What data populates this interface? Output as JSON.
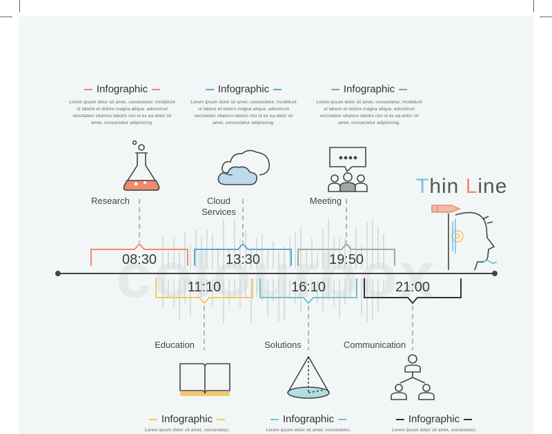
{
  "top_infos": [
    {
      "title": "Infographic",
      "color": "#ef8a6c",
      "text": "Lorem ipsum dolor sit amet, consectetur, incididunt ut labore et dolore magna aliqua. adnostrud xercitation ullamco laboris nisi ut ex ea.dolor sit amet, consectetur adipisicing."
    },
    {
      "title": "Infographic",
      "color": "#5aa7d3",
      "text": "Lorem ipsum dolor sit amet, consectetur, incididunt ut labore et dolore magna aliqua. adnostrud xercitation ullamco laboris nisi ut ex ea.dolor sit amet, consectetur adipisicing."
    },
    {
      "title": "Infographic",
      "color": "#8aa0a0",
      "text": "Lorem ipsum dolor sit amet, consectetur, incididunt ut labore et dolore magna aliqua. adnostrud xercitation ullamco laboris nisi ut ex ea.dolor sit amet, consectetur adipisicing."
    }
  ],
  "bottom_infos": [
    {
      "title": "Infographic",
      "color": "#f3c766",
      "text": "Lorem ipsum dolor sit amet, consectetur,"
    },
    {
      "title": "Infographic",
      "color": "#6fc5cc",
      "text": "Lorem ipsum dolor sit amet, consectetur,"
    },
    {
      "title": "Infographic",
      "color": "#333333",
      "text": "Lorem ipsum dolor sit amet, consectetur,"
    }
  ],
  "top_steps": [
    {
      "label": "Research",
      "time": "08:30",
      "color": "#ef8a6c",
      "icon": "flask-icon"
    },
    {
      "label": "Cloud\nServices",
      "time": "13:30",
      "color": "#5aa7d3",
      "icon": "cloud-icon"
    },
    {
      "label": "Meeting",
      "time": "19:50",
      "color": "#9aa8a8",
      "icon": "meeting-icon"
    }
  ],
  "bottom_steps": [
    {
      "label": "Education",
      "time": "11:10",
      "color": "#f3c766",
      "icon": "book-icon"
    },
    {
      "label": "Solutions",
      "time": "16:10",
      "color": "#6fc5cc",
      "icon": "cone-icon"
    },
    {
      "label": "Communication",
      "time": "21:00",
      "color": "#333333",
      "icon": "network-icon"
    }
  ],
  "title": {
    "part1_first": "T",
    "part1_rest": "hin ",
    "part2_first": "L",
    "part2_rest": "ine"
  },
  "watermark": "colourbox",
  "colors": {
    "axis": "#444444",
    "bars": "#cfd6d6",
    "background": "#f3f6f6"
  }
}
